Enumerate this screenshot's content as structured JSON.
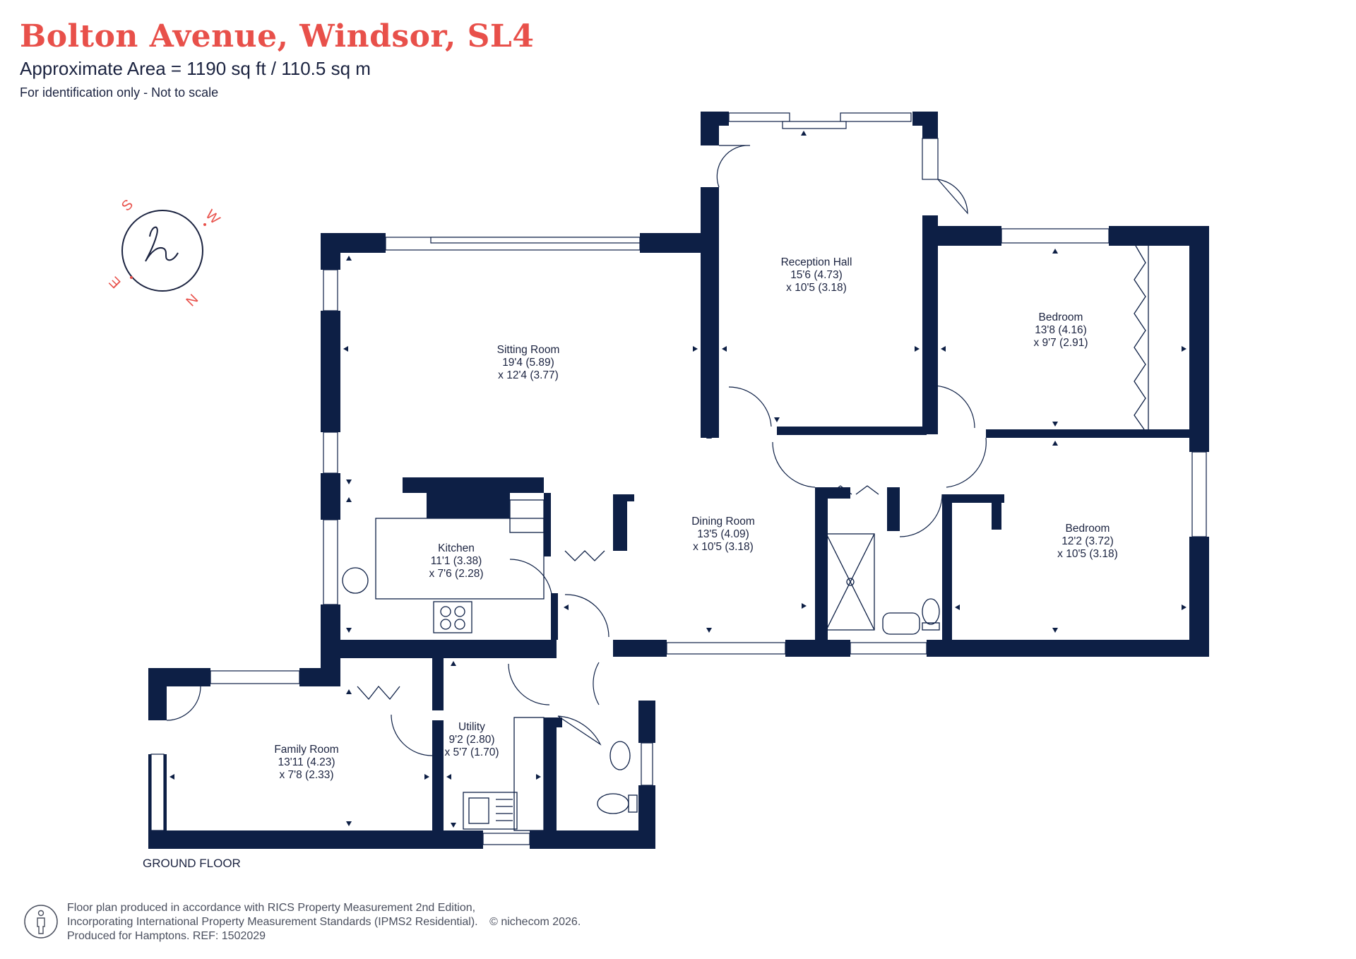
{
  "header": {
    "title": "Bolton Avenue, Windsor, SL4",
    "area": "Approximate Area = 1190 sq ft / 110.5 sq m",
    "note": "For identification only - Not to scale"
  },
  "compass": {
    "letters": [
      "S",
      "W",
      "N",
      "E"
    ],
    "logo_glyph": "h",
    "accent_color": "#e8504a",
    "ring_color": "#1b2340"
  },
  "rooms": {
    "reception_hall": {
      "name": "Reception Hall",
      "dim1": "15'6 (4.73)",
      "dim2": "x 10'5 (3.18)"
    },
    "bedroom_1": {
      "name": "Bedroom",
      "dim1": "13'8 (4.16)",
      "dim2": "x 9'7 (2.91)"
    },
    "sitting_room": {
      "name": "Sitting Room",
      "dim1": "19'4 (5.89)",
      "dim2": "x 12'4 (3.77)"
    },
    "kitchen": {
      "name": "Kitchen",
      "dim1": "11'1 (3.38)",
      "dim2": "x 7'6 (2.28)"
    },
    "dining_room": {
      "name": "Dining Room",
      "dim1": "13'5 (4.09)",
      "dim2": "x 10'5 (3.18)"
    },
    "bedroom_2": {
      "name": "Bedroom",
      "dim1": "12'2 (3.72)",
      "dim2": "x 10'5 (3.18)"
    },
    "family_room": {
      "name": "Family Room",
      "dim1": "13'11 (4.23)",
      "dim2": "x 7'8 (2.33)"
    },
    "utility": {
      "name": "Utility",
      "dim1": "9'2 (2.80)",
      "dim2": "x 5'7 (1.70)"
    }
  },
  "floor_label": "GROUND FLOOR",
  "footer": {
    "line1": "Floor plan produced in accordance with RICS Property Measurement 2nd Edition,",
    "line2": "Incorporating International Property Measurement Standards (IPMS2 Residential).",
    "copyright": "© nichecom 2026.",
    "line3": "Produced for Hamptons.   REF:  1502029"
  },
  "colors": {
    "wall": "#0d1f45",
    "title": "#e8504a",
    "text": "#1b2340"
  }
}
